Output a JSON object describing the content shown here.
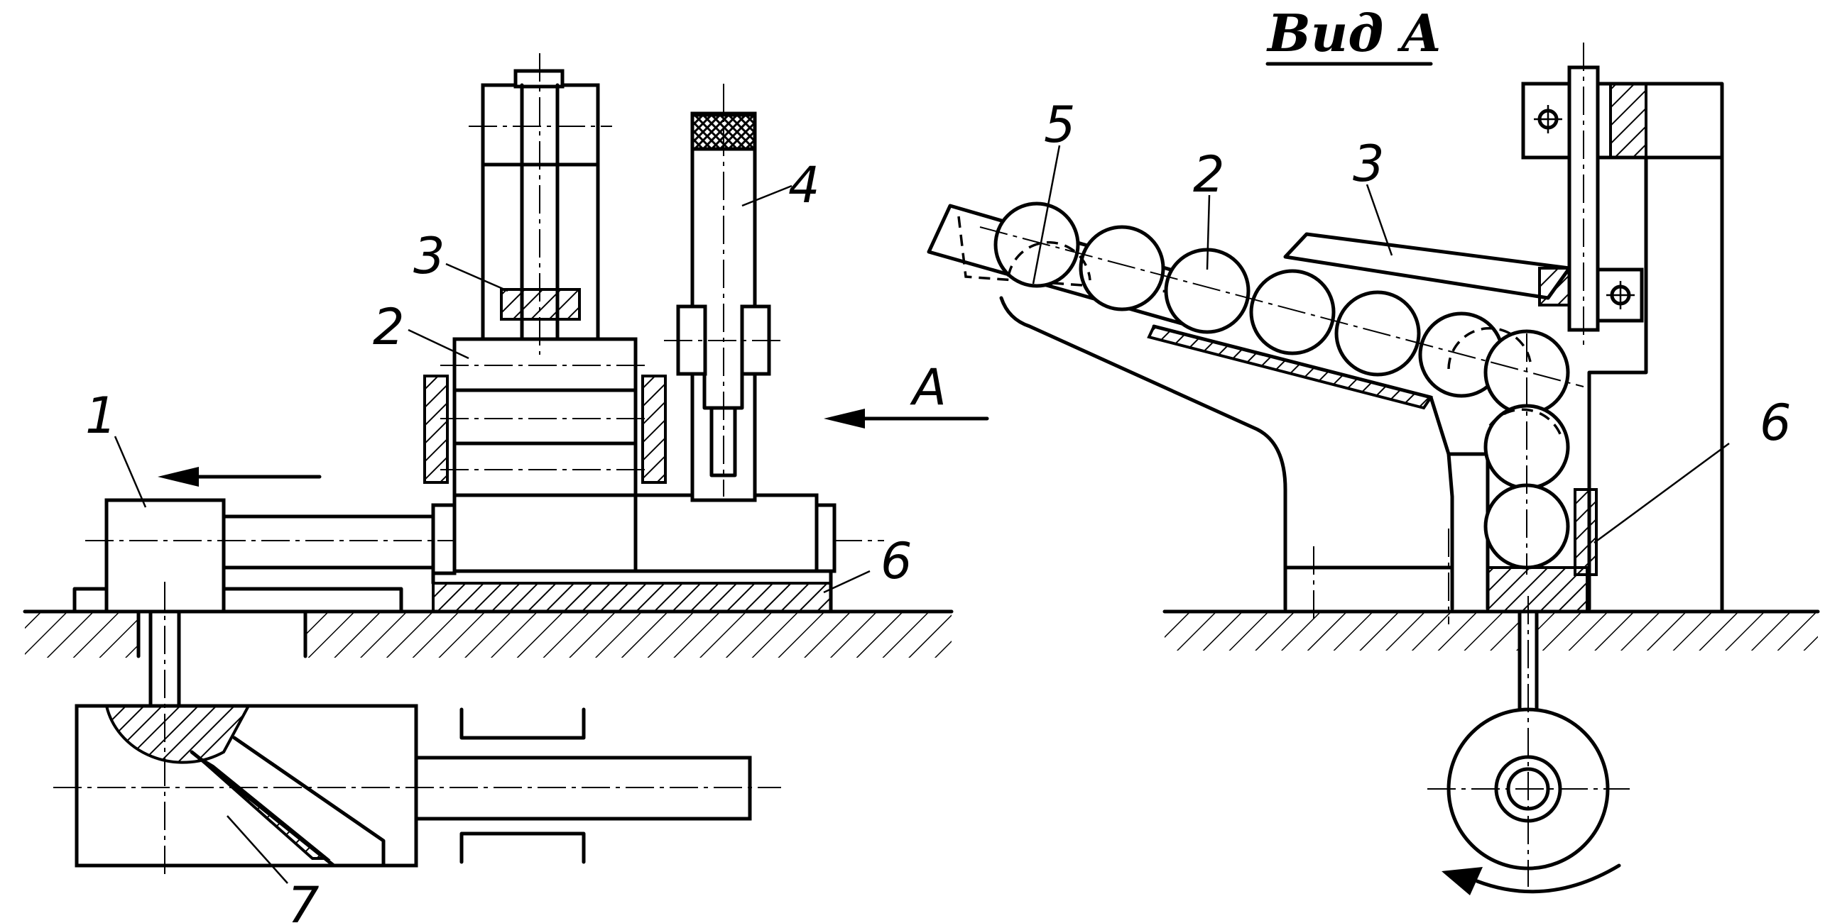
{
  "view_title": "Вид A",
  "labels": {
    "l1": "1",
    "l2": "2",
    "l3": "3",
    "l4": "4",
    "l6": "6",
    "l7": "7",
    "la": "A",
    "r5": "5",
    "r2": "2",
    "r3": "3",
    "r6": "6"
  }
}
